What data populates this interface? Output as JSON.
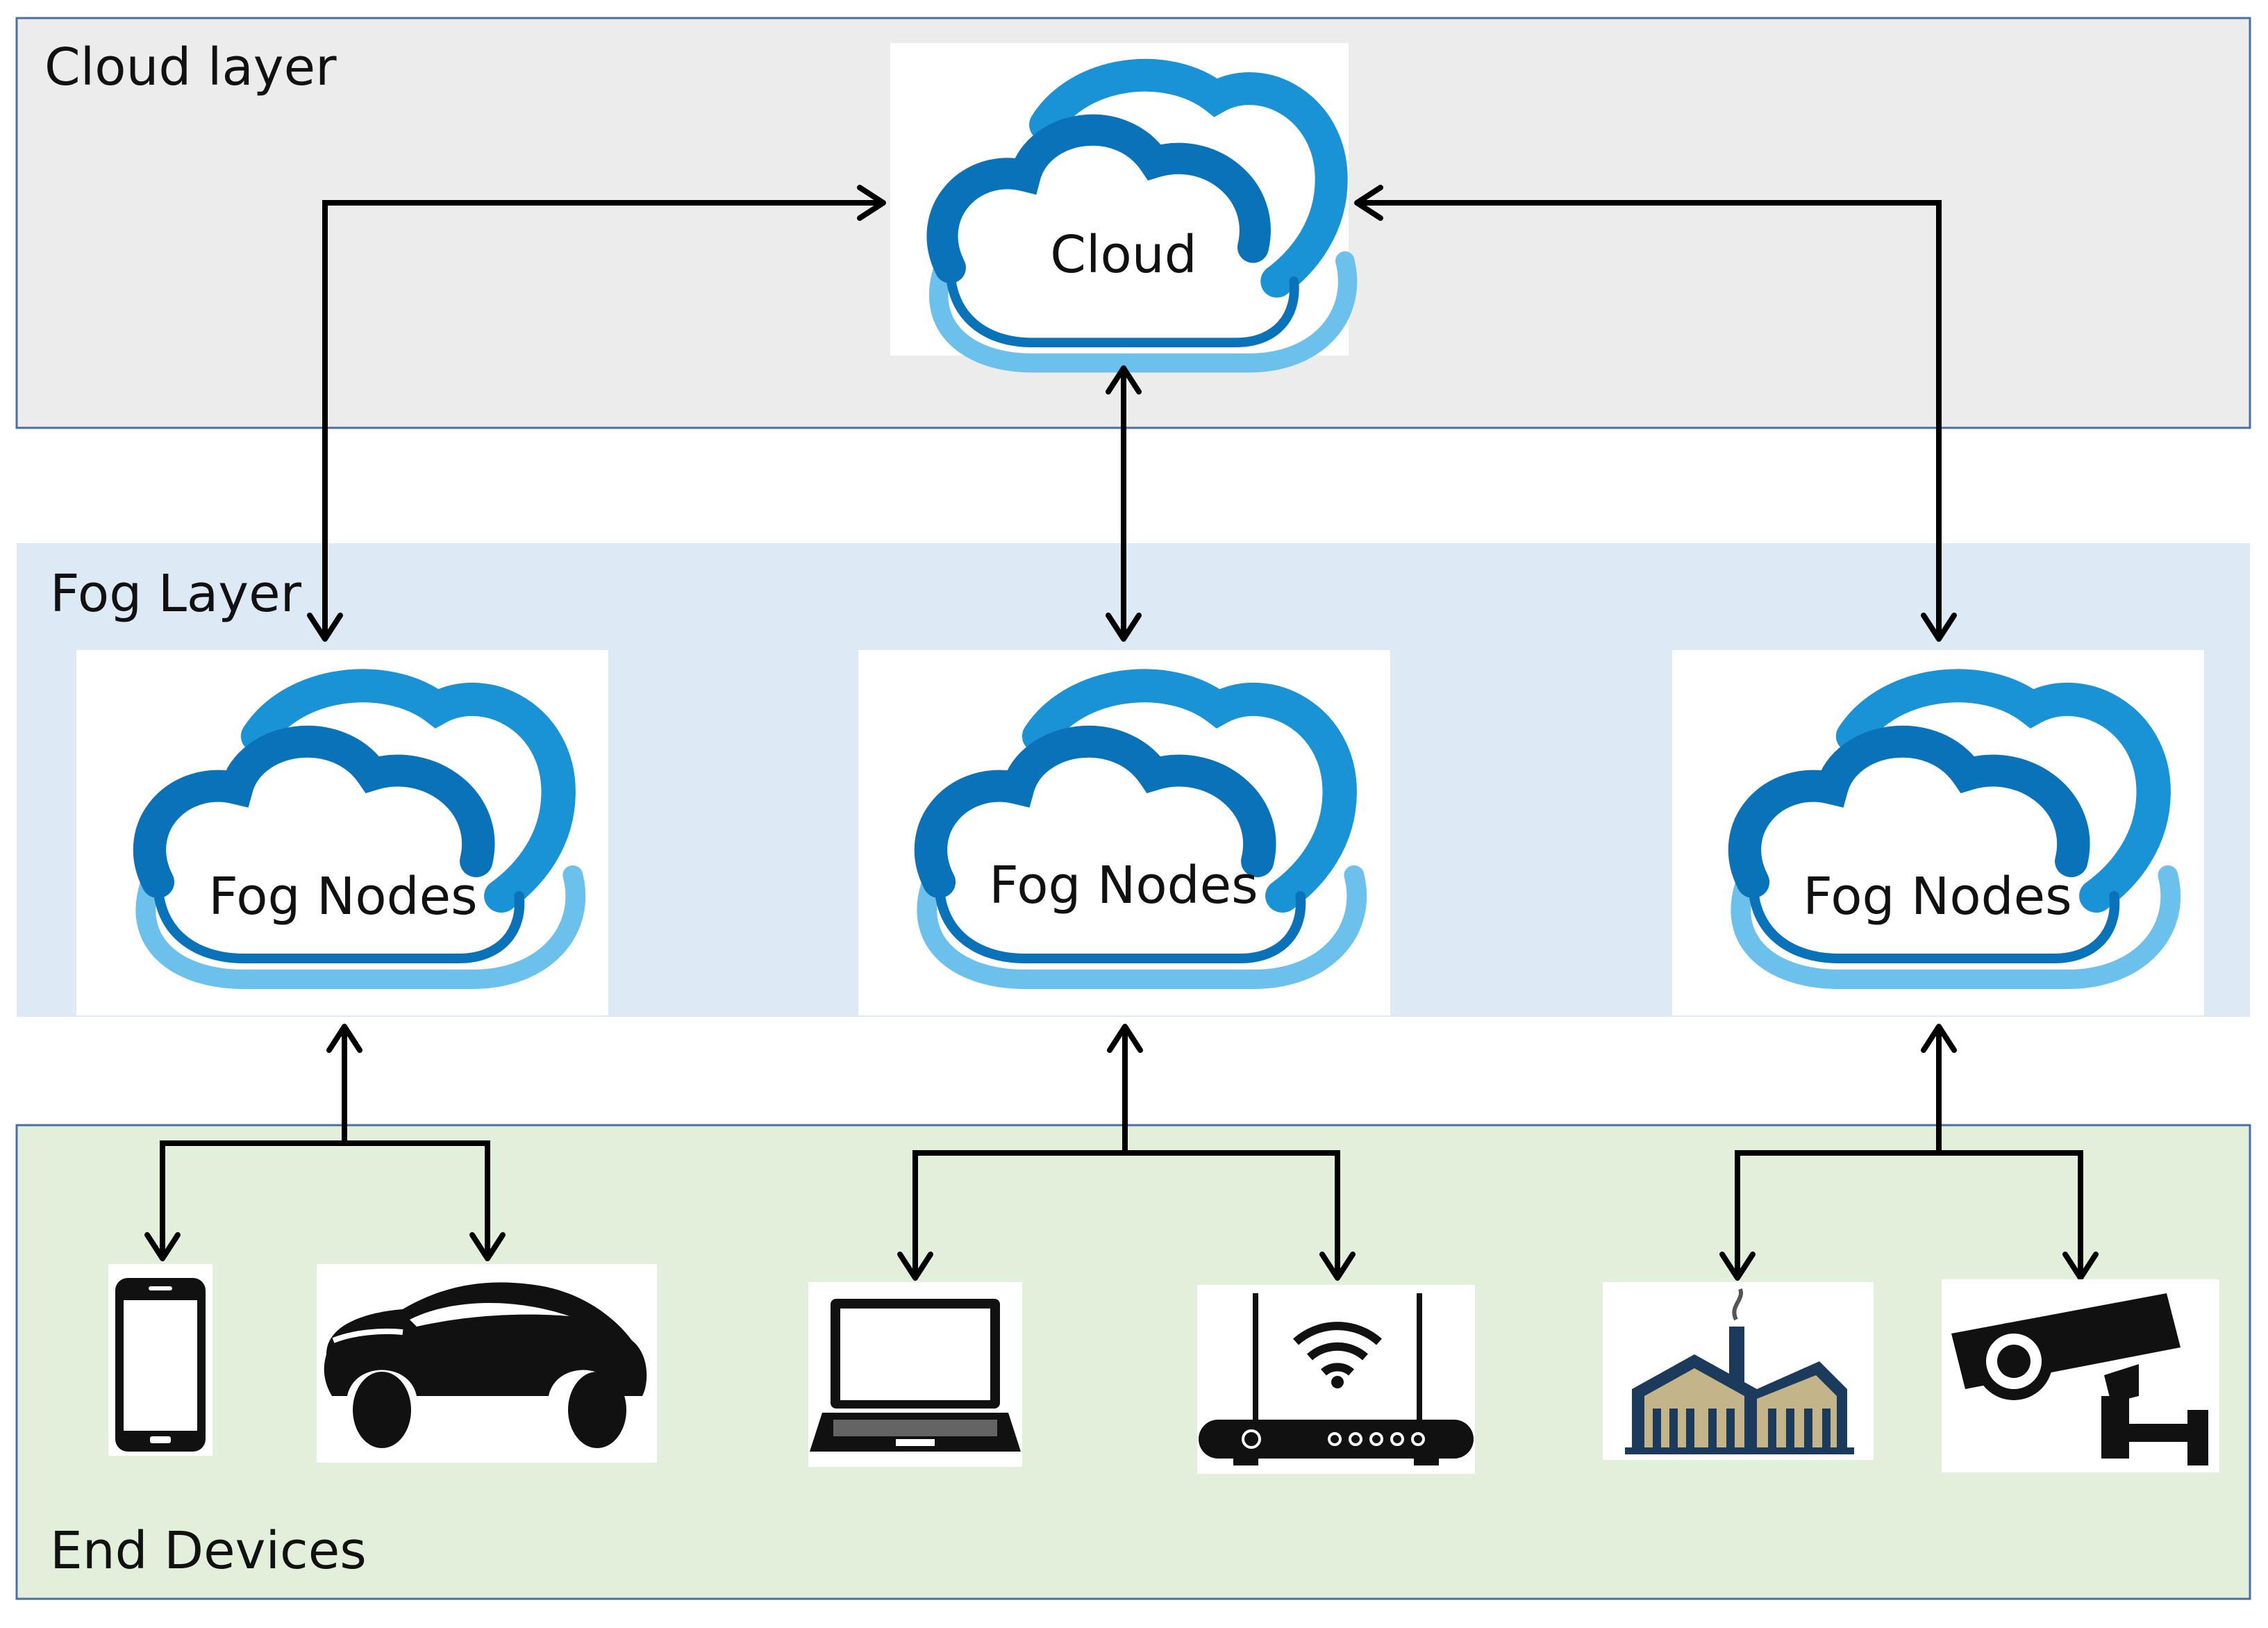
{
  "layers": {
    "cloud": {
      "label": "Cloud layer",
      "fill": "#ececec",
      "stroke": "#4a6fa5"
    },
    "fog": {
      "label": "Fog Layer",
      "fill": "#dde9f5",
      "stroke": "#dde9f5"
    },
    "end": {
      "label": "End Devices",
      "fill": "#e2efda",
      "stroke": "#4a6fa5"
    }
  },
  "cloud_node": {
    "label": "Cloud",
    "icon": "cloud-icon"
  },
  "fog_nodes": [
    {
      "label": "Fog Nodes",
      "icon": "cloud-icon"
    },
    {
      "label": "Fog Nodes",
      "icon": "cloud-icon"
    },
    {
      "label": "Fog Nodes",
      "icon": "cloud-icon"
    }
  ],
  "devices": [
    {
      "icon": "smartphone-icon"
    },
    {
      "icon": "car-icon"
    },
    {
      "icon": "laptop-icon"
    },
    {
      "icon": "wifi-router-icon"
    },
    {
      "icon": "factory-icon"
    },
    {
      "icon": "security-camera-icon"
    }
  ],
  "colors": {
    "cloud_dark": "#0a72b9",
    "cloud_mid": "#1a93d6",
    "cloud_light": "#6cc0ec",
    "arrow": "#000000"
  }
}
